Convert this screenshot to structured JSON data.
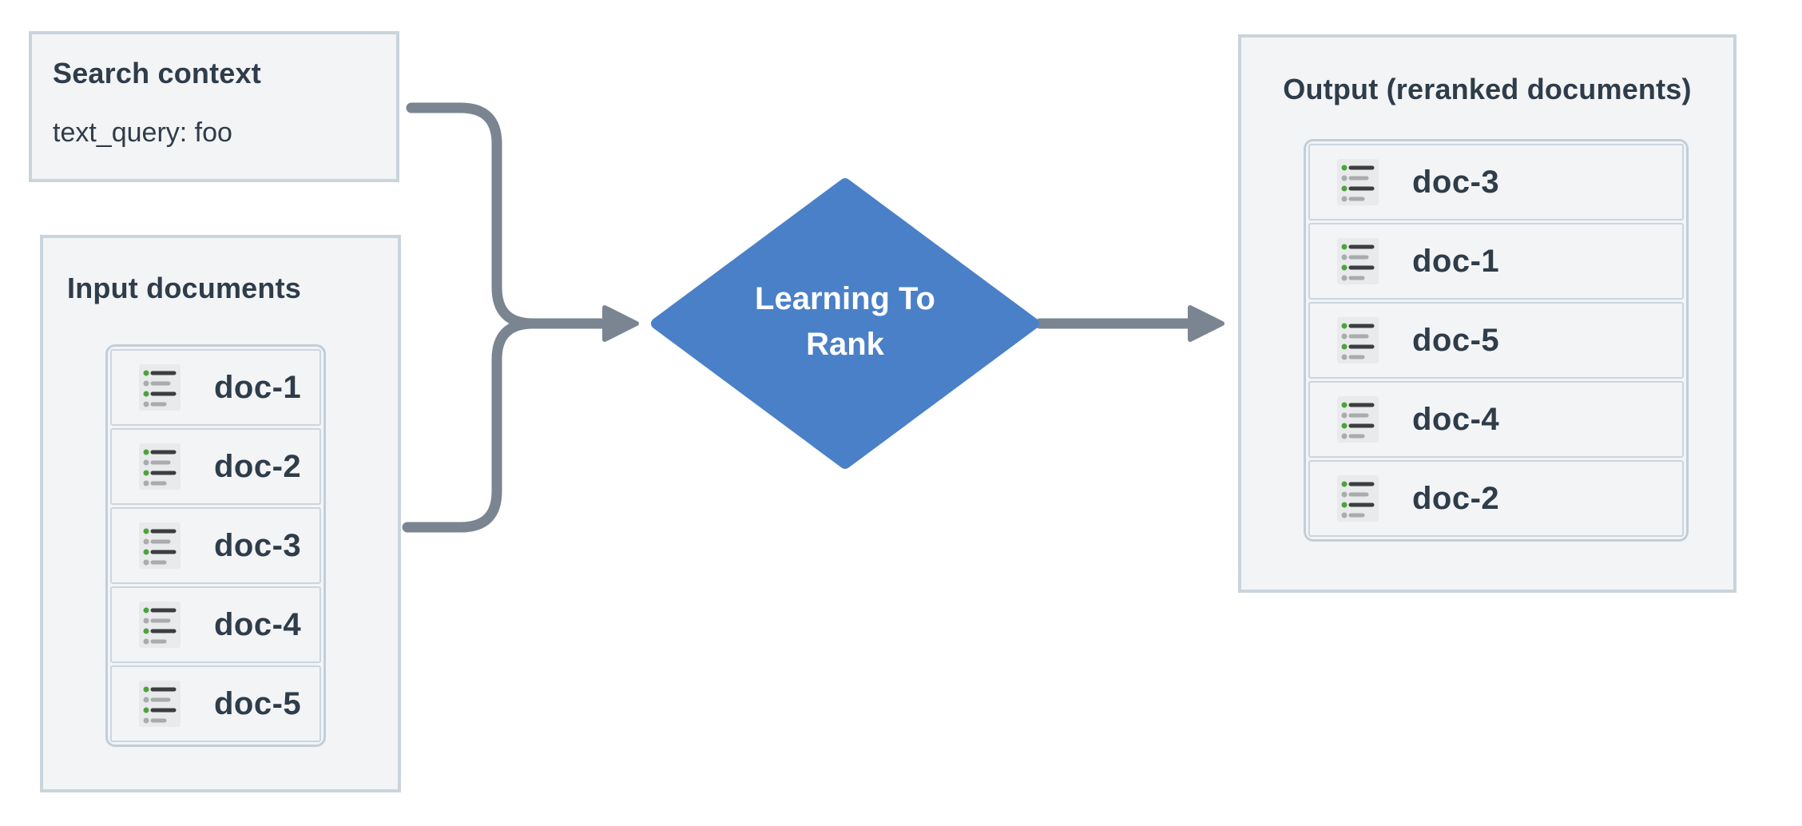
{
  "colors": {
    "bg": "#ffffff",
    "box_fill": "#f2f4f6",
    "box_border": "#c9d4db",
    "card_border": "#c3ced8",
    "row_border": "#ccd6de",
    "text": "#2f3c49",
    "diamond_fill": "#4a80c7",
    "diamond_text": "#ffffff",
    "arrow": "#7b8591",
    "icon_bg": "#e9eaeb",
    "icon_green": "#4ca33e",
    "icon_dark": "#3b3d3f",
    "icon_gray": "#a9abad"
  },
  "search_context": {
    "title": "Search context",
    "query": "text_query: foo"
  },
  "input_documents": {
    "title": "Input documents",
    "docs": [
      "doc-1",
      "doc-2",
      "doc-3",
      "doc-4",
      "doc-5"
    ]
  },
  "process": {
    "label_line1": "Learning To",
    "label_line2": "Rank"
  },
  "output_documents": {
    "title": "Output (reranked documents)",
    "docs": [
      "doc-3",
      "doc-1",
      "doc-5",
      "doc-4",
      "doc-2"
    ]
  }
}
